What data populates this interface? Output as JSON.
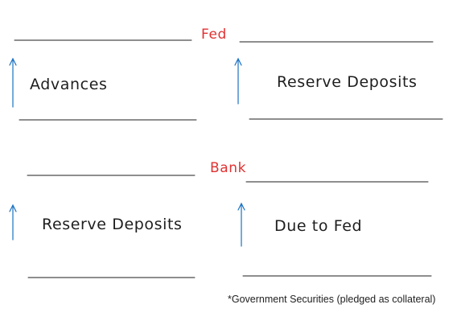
{
  "fed": {
    "title": "Fed",
    "assets": {
      "label": "Advances"
    },
    "liabilities": {
      "label": "Reserve Deposits"
    }
  },
  "bank": {
    "title": "Bank",
    "assets": {
      "label": "Reserve Deposits"
    },
    "liabilities": {
      "label": "Due to Fed"
    }
  },
  "footnote": "*Government Securities (pledged as collateral)",
  "colors": {
    "title": "#e03131",
    "arrow": "#1971c2",
    "text": "#1e1e1e"
  }
}
